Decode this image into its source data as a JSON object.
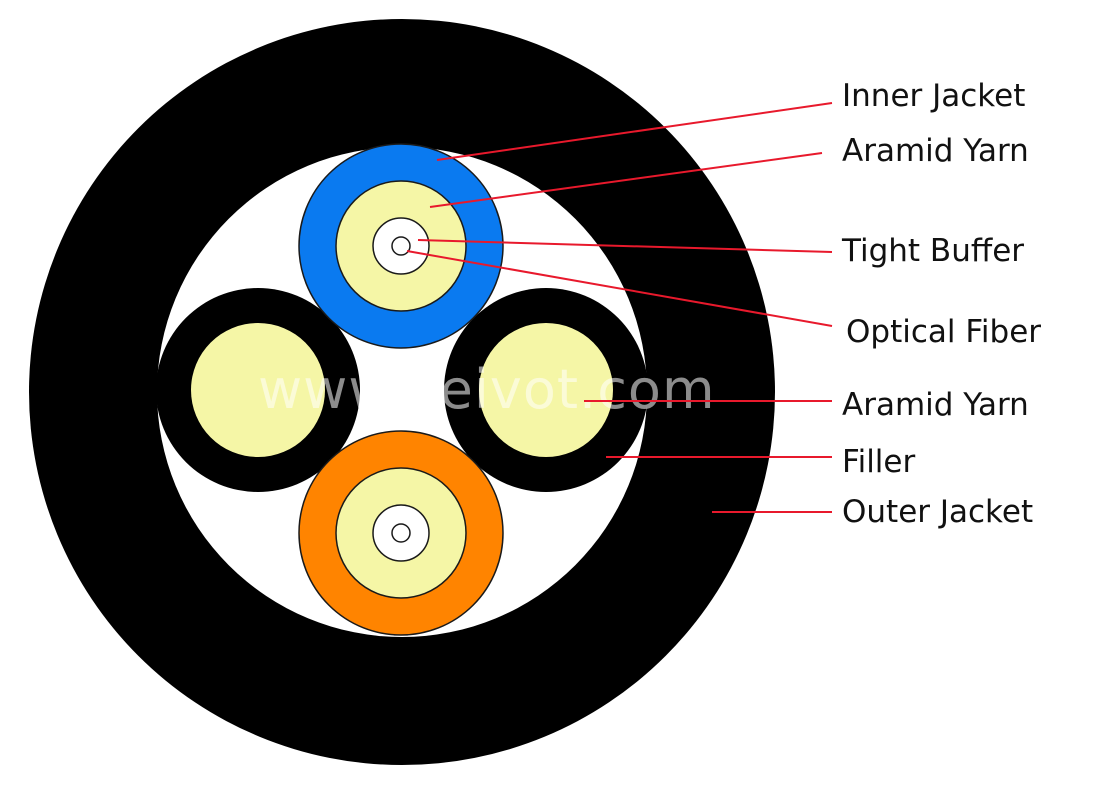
{
  "diagram": {
    "labels": {
      "inner_jacket": "Inner Jacket",
      "aramid_yarn_top": "Aramid Yarn",
      "tight_buffer": "Tight Buffer",
      "optical_fiber": "Optical Fiber",
      "aramid_yarn_mid": "Aramid Yarn",
      "filler": "Filler",
      "outer_jacket": "Outer Jacket"
    },
    "watermark": "www.veivot.com",
    "colors": {
      "outer_jacket": "#000000",
      "inner_space": "#ffffff",
      "inner_jacket_top": "#0a7af0",
      "inner_jacket_bottom": "#ff8400",
      "aramid_yarn": "#f5f6a6",
      "tight_buffer": "#ffffff",
      "optical_fiber": "#ffffff",
      "filler": "#000000",
      "leader_line": "#e8192c"
    }
  }
}
